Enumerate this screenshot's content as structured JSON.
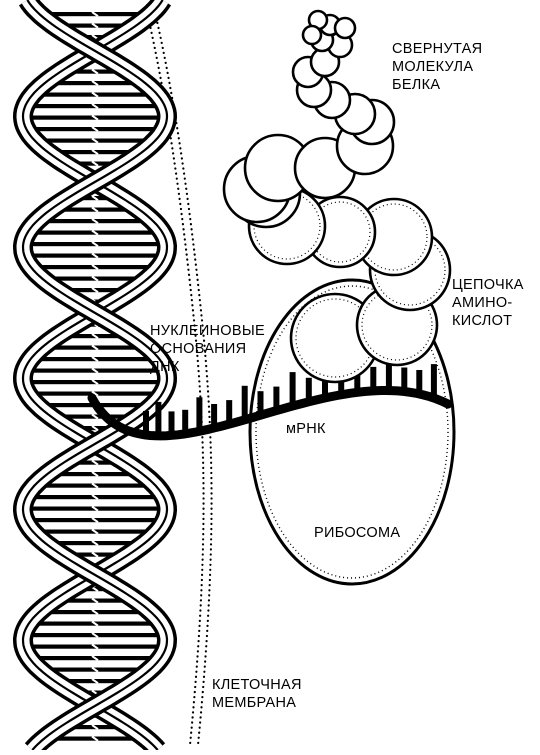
{
  "labels": {
    "protein": [
      "СВЕРНУТАЯ",
      "МОЛЕКУЛА",
      "БЕЛКА"
    ],
    "amino_chain": [
      "ЦЕПОЧКА",
      "АМИНО-",
      "КИСЛОТ"
    ],
    "dna_bases": [
      "НУКЛЕИНОВЫЕ",
      "ОСНОВАНИЯ",
      "ДНК"
    ],
    "mrna": "мРНК",
    "ribosome": "РИБОСОМА",
    "membrane": [
      "КЛЕТОЧНАЯ",
      "МЕМБРАНА"
    ]
  }
}
